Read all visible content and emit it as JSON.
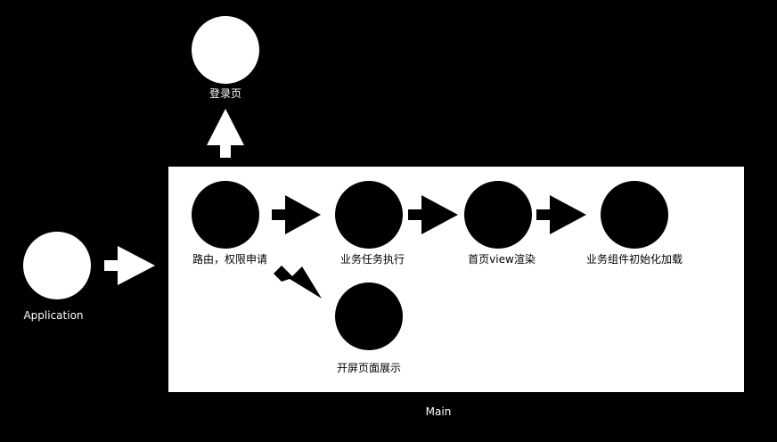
{
  "diagram": {
    "outer_nodes": {
      "application": "Application",
      "login_page": "登录页"
    },
    "container": {
      "label": "Main"
    },
    "inner_nodes": {
      "routing_permissions": "路由，权限申请",
      "business_tasks": "业务任务执行",
      "home_view_render": "首页view渲染",
      "business_components_init": "业务组件初始化加载",
      "splash_screen": "开屏页面展示"
    }
  },
  "colors": {
    "background": "#000000",
    "container_fill": "#ffffff",
    "outer_node_fill": "#ffffff",
    "inner_node_fill": "#000000",
    "arrow_on_dark": "#ffffff",
    "arrow_on_light": "#000000"
  }
}
